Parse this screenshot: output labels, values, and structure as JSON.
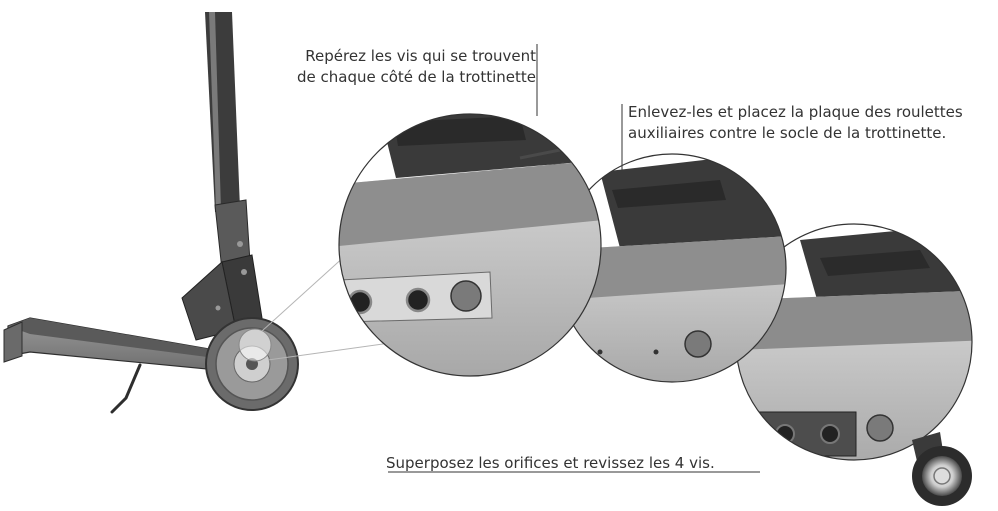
{
  "captions": {
    "step1_line1": "Repérez les vis qui se trouvent",
    "step1_line2": "de chaque côté de la trottinette",
    "step2_line1": "Enlevez-les et placez la plaque des roulettes",
    "step2_line2": "auxiliaires contre le socle de la trottinette.",
    "step3": "Superposez les orifices et revissez les 4 vis."
  },
  "icons": {
    "product": "scooter-illustration",
    "zoom1": "magnified-deck-screws",
    "zoom2": "magnified-deck-holes",
    "zoom3": "magnified-deck-plate-wheel"
  },
  "colors": {
    "line": "#333333",
    "dark": "#3a3a3a",
    "mid": "#8e8e8e",
    "light": "#c9c9c9",
    "lighter": "#e2e2e2"
  }
}
